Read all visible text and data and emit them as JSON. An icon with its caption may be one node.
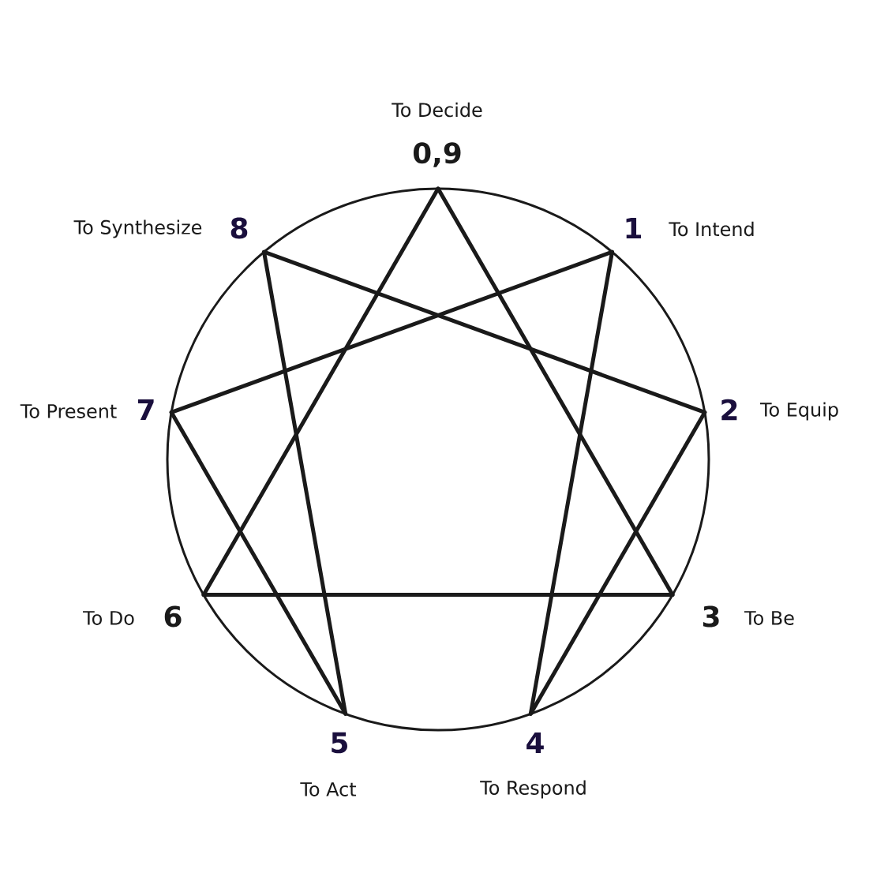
{
  "diagram": {
    "nodes": [
      {
        "text": [
          "0,9"
        ],
        "beside": [
          "To Decide"
        ]
      },
      {
        "text": [
          "1"
        ],
        "beside": [
          "To Intend"
        ]
      },
      {
        "text": [
          "2"
        ],
        "beside": [
          "To Equip"
        ]
      },
      {
        "text": [
          "3"
        ],
        "beside": [
          "To Be"
        ]
      },
      {
        "text": [
          "4"
        ],
        "beside": [
          "To Respond"
        ]
      },
      {
        "text": [
          "5"
        ],
        "beside": [
          "To Act"
        ]
      },
      {
        "text": [
          "6"
        ],
        "beside": [
          "To Do"
        ]
      },
      {
        "text": [
          "7"
        ],
        "beside": [
          "To Present"
        ]
      },
      {
        "text": [
          "8"
        ],
        "beside": [
          "To Synthesize"
        ]
      }
    ],
    "edges": [
      {
        "from": 0,
        "to": 3,
        "arrow": "none"
      },
      {
        "from": 3,
        "to": 6,
        "arrow": "none"
      },
      {
        "from": 6,
        "to": 0,
        "arrow": "none"
      },
      {
        "from": 1,
        "to": 4,
        "arrow": "none"
      },
      {
        "from": 4,
        "to": 2,
        "arrow": "none"
      },
      {
        "from": 2,
        "to": 8,
        "arrow": "none"
      },
      {
        "from": 8,
        "to": 5,
        "arrow": "none"
      },
      {
        "from": 5,
        "to": 7,
        "arrow": "none"
      },
      {
        "from": 7,
        "to": 1,
        "arrow": "none"
      }
    ]
  }
}
